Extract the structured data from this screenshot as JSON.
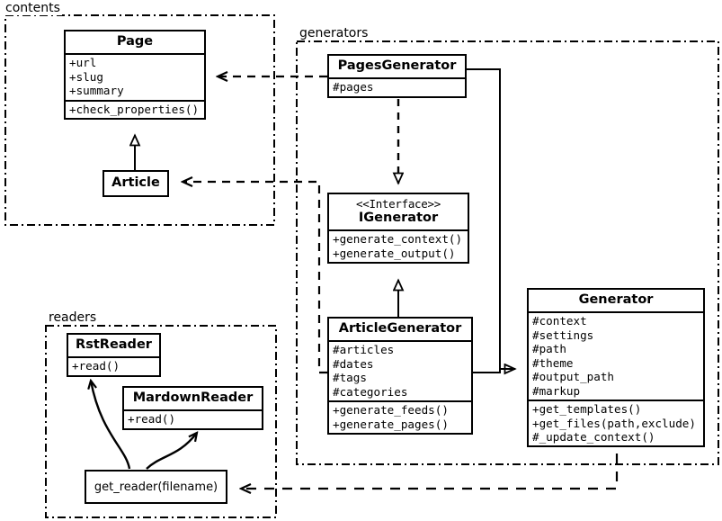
{
  "diagram": {
    "title": "Pelican architecture UML class diagram",
    "stroke_color": "#000000",
    "background": "#ffffff"
  },
  "packages": [
    {
      "id": "contents",
      "label": "contents"
    },
    {
      "id": "generators",
      "label": "generators"
    },
    {
      "id": "readers",
      "label": "readers"
    }
  ],
  "classes": [
    {
      "id": "page",
      "name": "Page",
      "stereotype": "",
      "attributes": [
        "+url",
        "+slug",
        "+summary"
      ],
      "methods": [
        "+check_properties()"
      ]
    },
    {
      "id": "article",
      "name": "Article",
      "stereotype": "",
      "attributes": [],
      "methods": []
    },
    {
      "id": "pagesgenerator",
      "name": "PagesGenerator",
      "stereotype": "",
      "attributes": [
        "#pages"
      ],
      "methods": []
    },
    {
      "id": "igenerator",
      "name": "IGenerator",
      "stereotype": "<<Interface>>",
      "attributes": [],
      "methods": [
        "+generate_context()",
        "+generate_output()"
      ]
    },
    {
      "id": "articlegenerator",
      "name": "ArticleGenerator",
      "stereotype": "",
      "attributes": [
        "#articles",
        "#dates",
        "#tags",
        "#categories"
      ],
      "methods": [
        "+generate_feeds()",
        "+generate_pages()"
      ]
    },
    {
      "id": "generator",
      "name": "Generator",
      "stereotype": "",
      "attributes": [
        "#context",
        "#settings",
        "#path",
        "#theme",
        "#output_path",
        "#markup"
      ],
      "methods": [
        "+get_templates()",
        "+get_files(path,exclude)",
        "#_update_context()"
      ]
    },
    {
      "id": "rstreader",
      "name": "RstReader",
      "stereotype": "",
      "attributes": [],
      "methods": [
        "+read()"
      ]
    },
    {
      "id": "mardownreader",
      "name": "MardownReader",
      "stereotype": "",
      "attributes": [],
      "methods": [
        "+read()"
      ]
    }
  ],
  "functions": [
    {
      "id": "get_reader",
      "label": "get_reader(filename)"
    }
  ],
  "relations": [
    {
      "id": "article-page",
      "type": "generalization",
      "from": "Article",
      "to": "Page"
    },
    {
      "id": "articlegenerator-igenerator",
      "type": "generalization",
      "from": "ArticleGenerator",
      "to": "IGenerator"
    },
    {
      "id": "pagesgenerator-igenerator",
      "type": "realization",
      "from": "PagesGenerator",
      "to": "IGenerator"
    },
    {
      "id": "pagesgenerator-generator",
      "type": "generalization",
      "from": "PagesGenerator",
      "to": "Generator"
    },
    {
      "id": "articlegenerator-generator",
      "type": "generalization",
      "from": "ArticleGenerator",
      "to": "Generator"
    },
    {
      "id": "pagesgenerator-page",
      "type": "dependency",
      "from": "PagesGenerator",
      "to": "Page"
    },
    {
      "id": "articlegenerator-article",
      "type": "dependency",
      "from": "ArticleGenerator",
      "to": "Article"
    },
    {
      "id": "generator-get_reader",
      "type": "dependency",
      "from": "Generator",
      "to": "get_reader(filename)"
    },
    {
      "id": "get_reader-rstreader",
      "type": "usage",
      "from": "get_reader(filename)",
      "to": "RstReader"
    },
    {
      "id": "get_reader-mardownreader",
      "type": "usage",
      "from": "get_reader(filename)",
      "to": "MardownReader"
    }
  ]
}
